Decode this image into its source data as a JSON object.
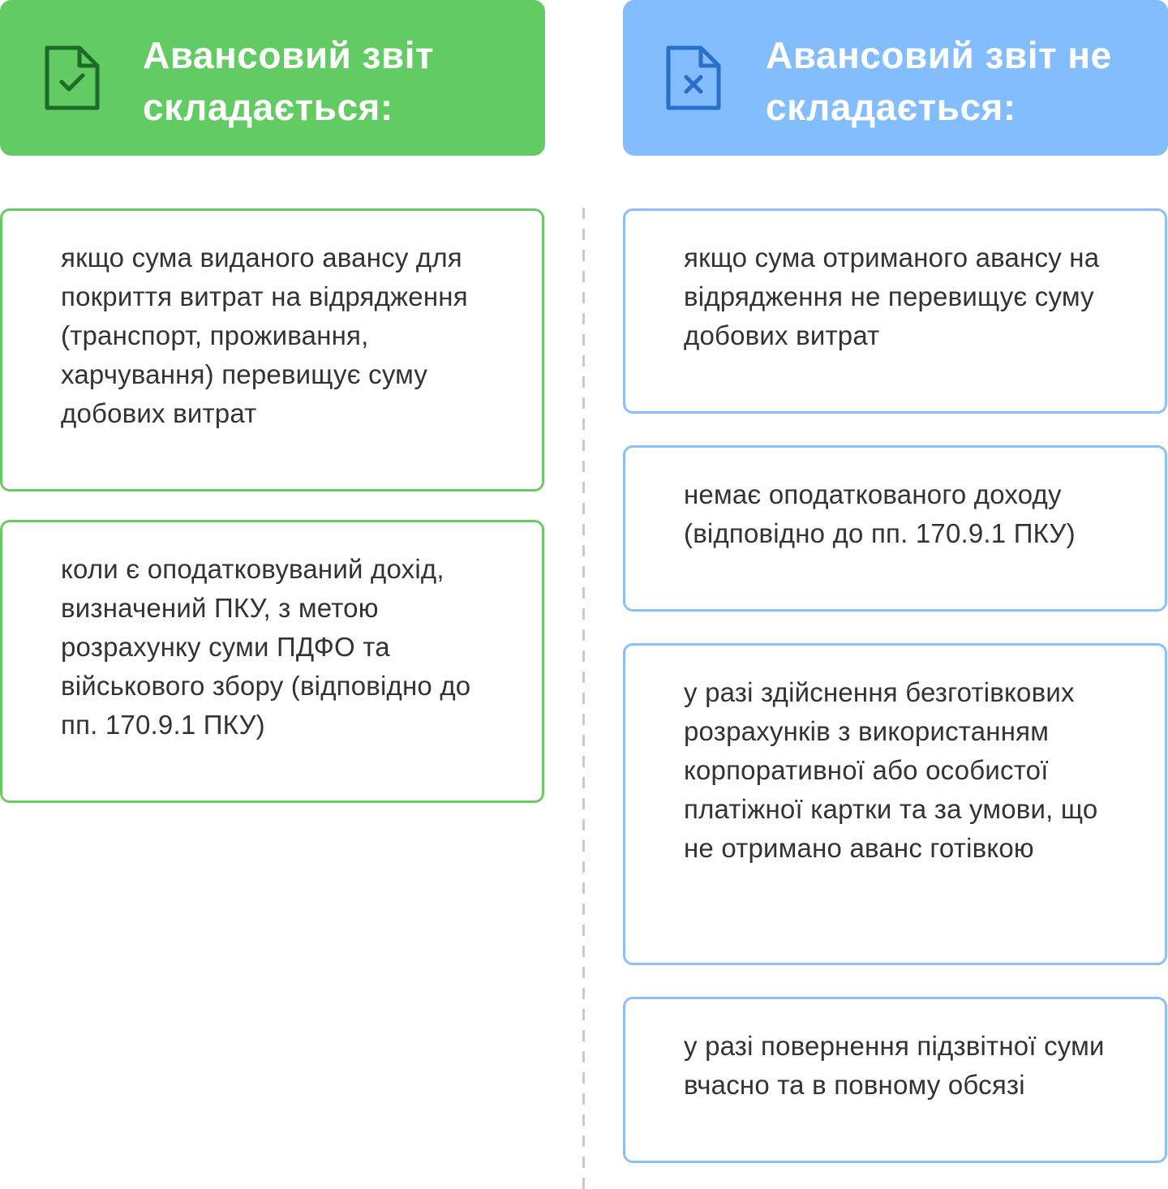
{
  "colors": {
    "green_header": "#63cb63",
    "blue_header": "#83bdfd",
    "green_border": "#6acb62",
    "blue_border": "#8cc0f8",
    "green_icon": "#1e6b27",
    "blue_icon": "#2a6fc9",
    "text": "#333333",
    "divider": "#c7c9d3"
  },
  "left": {
    "icon": "document-check-icon",
    "title": "Авансовий звіт складається:",
    "items": [
      "якщо сума виданого авансу для покриття витрат на відрядження (транспорт, проживання, харчування) перевищує суму добових витрат",
      "коли є оподатковуваний дохід, визначений ПКУ, з метою розрахунку суми ПДФО та військового збору (відповідно до пп. 170.9.1 ПКУ)"
    ]
  },
  "right": {
    "icon": "document-cross-icon",
    "title": "Авансовий звіт не складається:",
    "items": [
      "якщо сума отриманого авансу на відрядження не перевищує суму добових витрат",
      "немає оподаткованого доходу (відповідно до пп. 170.9.1 ПКУ)",
      "у разі здійснення безготівкових розрахунків з використанням корпоративної або особистої платіжної картки та за умови, що не отримано аванс готівкою",
      "у разі повернення підзвітної суми вчасно та в повному обсязі"
    ]
  }
}
